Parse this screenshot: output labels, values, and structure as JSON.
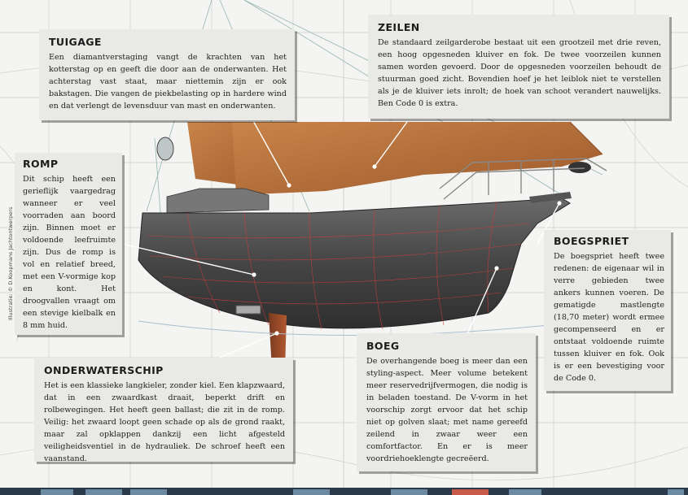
{
  "credit": "Illustratie: © D.Koopmans Jachtontwerpers",
  "callouts": {
    "tuigage": {
      "title": "TUIGAGE",
      "body": "Een diamantverstaging vangt de krachten van het kotterstag op en geeft die door aan de onderwanten. Het achterstag vast staat, maar niettemin zijn er ook bakstagen. Die vangen de piekbelasting op in hardere wind en dat verlengt de levensduur van mast en onderwanten."
    },
    "zeilen": {
      "title": "ZEILEN",
      "body": "De standaard zeilgarderobe bestaat uit een grootzeil met drie reven, een hoog opgesneden kluiver en fok. De twee voorzeilen kunnen samen worden gevoerd. Door de opgesneden voorzeilen behoudt de stuurman goed zicht. Bovendien hoef je het leiblok niet te verstellen als je de kluiver iets inrolt; de hoek van schoot verandert nauwelijks. Ben Code 0 is extra."
    },
    "romp": {
      "title": "ROMP",
      "body": "Dit schip heeft een gerieflijk vaargedrag wanneer er veel voorraden aan boord zijn. Binnen moet er voldoende leefruimte zijn. Dus de romp is vol en relatief breed, met een V-vormige kop en kont. Het droogvallen vraagt om een stevige kielbalk en 8 mm huid."
    },
    "boegspriet": {
      "title": "BOEGSPRIET",
      "body": "De boegspriet heeft twee redenen: de eigenaar wil in verre gebieden twee ankers kunnen voeren. De gematigde mastlengte (18,70 meter) wordt ermee gecompenseerd en er ontstaat voldoende ruimte tussen kluiver en fok. Ook is er een bevestiging voor de Code 0."
    },
    "onderwaterschip": {
      "title": "ONDERWATERSCHIP",
      "body": "Het is een klassieke langkieler, zonder kiel. Een klapzwaard, dat in een zwaardkast draait, beperkt drift en rolbewegingen. Het heeft geen ballast; die zit in de romp. Veilig: het zwaard loopt geen schade op als de grond raakt, maar zal opklappen dankzij een licht afgesteld veiligheidsventiel in de hydrauliek. De schroef heeft een vaanstand."
    },
    "boeg": {
      "title": "BOEG",
      "body": "De overhangende boeg is meer dan een styling-aspect. Meer volume betekent meer reservedrijfvermogen, die nodig is in beladen toestand. De V-vorm in het voorschip zorgt ervoor dat het schip niet op golven slaat; met name gereefd zeilend in zwaar weer een comfortfactor. En er is meer voordriehoeklengte gecreëerd."
    }
  },
  "colors": {
    "hull": "#4a4a4a",
    "sail": "#b9743f",
    "callout_bg": "#e9e9e6",
    "wire_red": "#d23c3c",
    "keel": "#9a4a2a"
  }
}
